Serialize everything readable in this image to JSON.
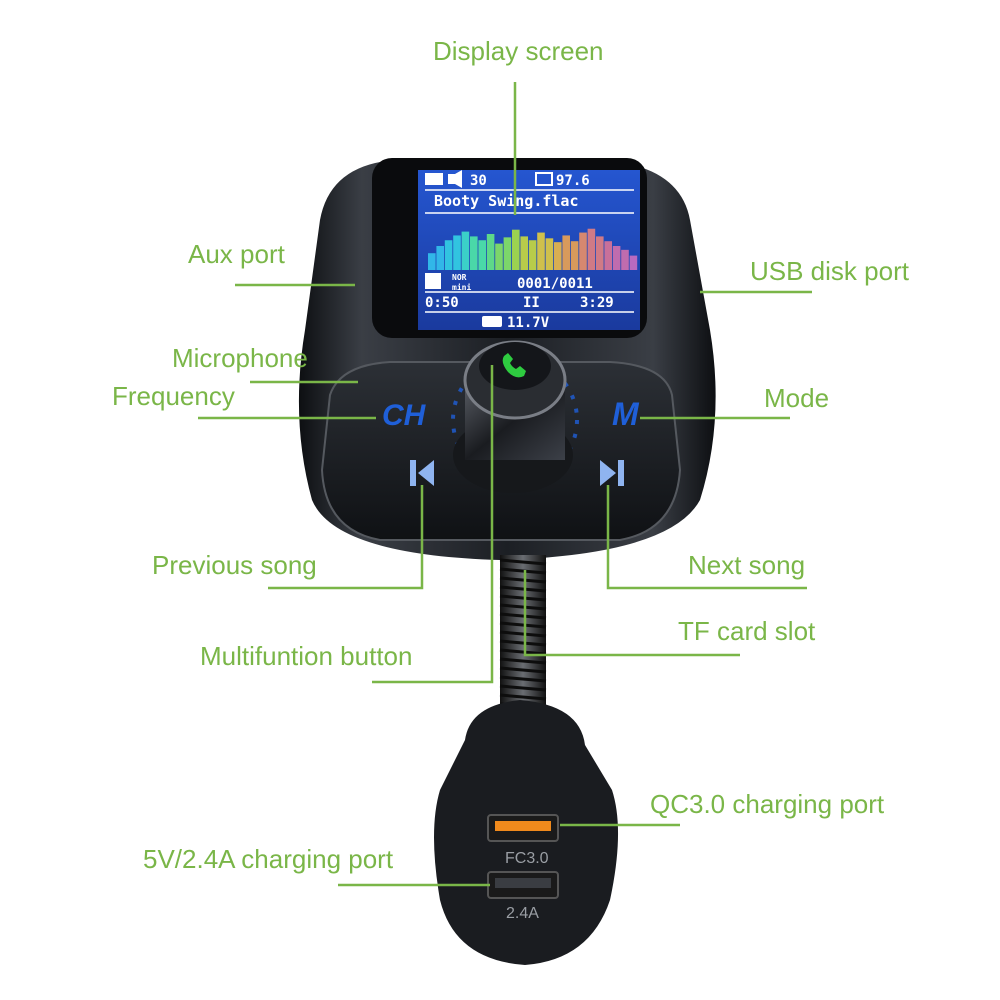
{
  "colors": {
    "accent": "#7ab648",
    "device_body": "#1a1c20",
    "screen_bg": "#1b3fb0",
    "button_blue": "#1f5fd8",
    "qc_port": "#f08a1c"
  },
  "callouts": {
    "display_screen": "Display screen",
    "aux_port": "Aux port",
    "usb_disk_port": "USB disk port",
    "microphone": "Microphone",
    "frequency": "Frequency",
    "mode": "Mode",
    "previous_song": "Previous song",
    "next_song": "Next song",
    "tf_card_slot": "TF card slot",
    "multifunction_button": "Multifuntion button",
    "qc_port": "QC3.0 charging port",
    "std_port": "5V/2.4A charging port"
  },
  "screen": {
    "volume": "30",
    "frequency": "97.6",
    "song": "Booty Swing.flac",
    "mode_badge_top": "NOR",
    "mode_badge_bottom": "mini",
    "track": "0001/0011",
    "elapsed": "0:50",
    "pause_symbol": "II",
    "total": "3:29",
    "voltage": "11.7V",
    "eq_levels": [
      0.35,
      0.5,
      0.62,
      0.72,
      0.8,
      0.7,
      0.62,
      0.75,
      0.55,
      0.68,
      0.84,
      0.7,
      0.62,
      0.78,
      0.66,
      0.58,
      0.72,
      0.6,
      0.78,
      0.86,
      0.7,
      0.6,
      0.5,
      0.42,
      0.3
    ]
  },
  "buttons": {
    "ch": "CH",
    "mode": "M",
    "prev_icon": "previous-track-icon",
    "next_icon": "next-track-icon",
    "knob_icon": "phone-icon"
  },
  "ports": {
    "qc_label": "FC3.0",
    "std_label": "2.4A"
  }
}
